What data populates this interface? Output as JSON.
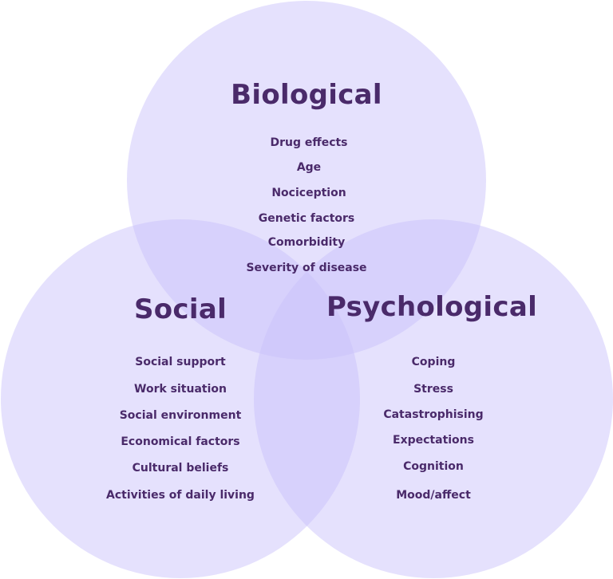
{
  "colors": {
    "circle_fill": "#c9c0fb",
    "circle_opacity": "0.48",
    "text": "#4a2a6a"
  },
  "biological": {
    "title": "Biological",
    "items": [
      "Drug effects",
      "Age",
      "Nociception",
      "Genetic factors",
      "Comorbidity",
      "Severity of disease"
    ]
  },
  "social": {
    "title": "Social",
    "items": [
      "Social support",
      "Work situation",
      "Social environment",
      "Economical factors",
      "Cultural beliefs",
      "Activities of daily living"
    ]
  },
  "psychological": {
    "title": "Psychological",
    "items": [
      "Coping",
      "Stress",
      "Catastrophising",
      "Expectations",
      "Cognition",
      "Mood/affect"
    ]
  }
}
